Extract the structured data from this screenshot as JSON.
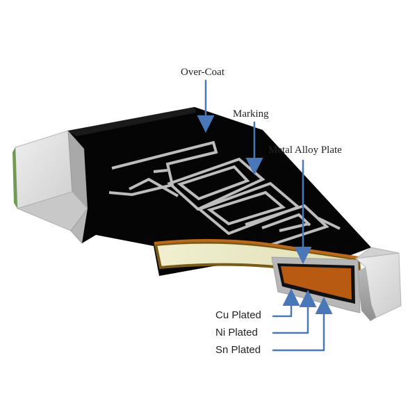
{
  "diagram": {
    "marking_text": "R00E",
    "labels": {
      "overcoat": "Over-Coat",
      "marking": "Marking",
      "metal_alloy_plate": "Metal Alloy Plate",
      "cu_plated": "Cu Plated",
      "ni_plated": "Ni Plated",
      "sn_plated": "Sn Plated"
    },
    "colors": {
      "overcoat_body": "#050505",
      "marking_stroke": "#bdbdbd",
      "terminal_face": "#d9d9d9",
      "terminal_side": "#a8a8a8",
      "metal_alloy_plate": "#ecebc4",
      "copper_layer": "#b85a12",
      "nickel_layer": "#7a7a7a",
      "arrow": "#4a77b8"
    }
  }
}
